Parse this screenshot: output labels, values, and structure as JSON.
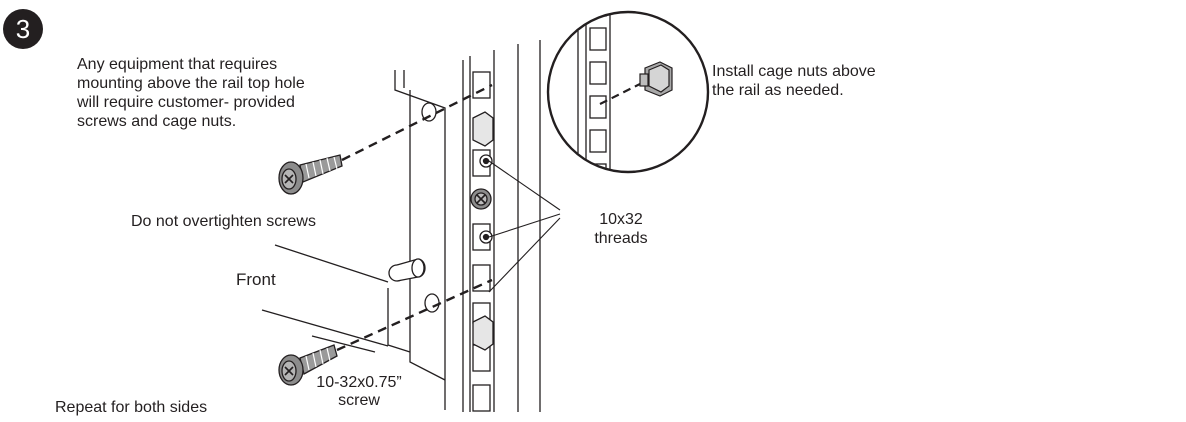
{
  "step": {
    "number": "3"
  },
  "notes": {
    "equipment_above": "Any equipment that requires\nmounting above the rail top hole\nwill require customer- provided\nscrews and cage nuts.",
    "cage_nuts": "Install cage nuts above\nthe rail as needed.",
    "overtighten": "Do not overtighten screws",
    "repeat": "Repeat for both sides"
  },
  "labels": {
    "front": "Front",
    "threads": "10x32\nthreads",
    "screw": "10-32x0.75”\nscrew"
  },
  "icons": [
    "step-badge",
    "rack-post",
    "rail-bracket",
    "screw",
    "cage-nut",
    "magnifier-callout"
  ]
}
